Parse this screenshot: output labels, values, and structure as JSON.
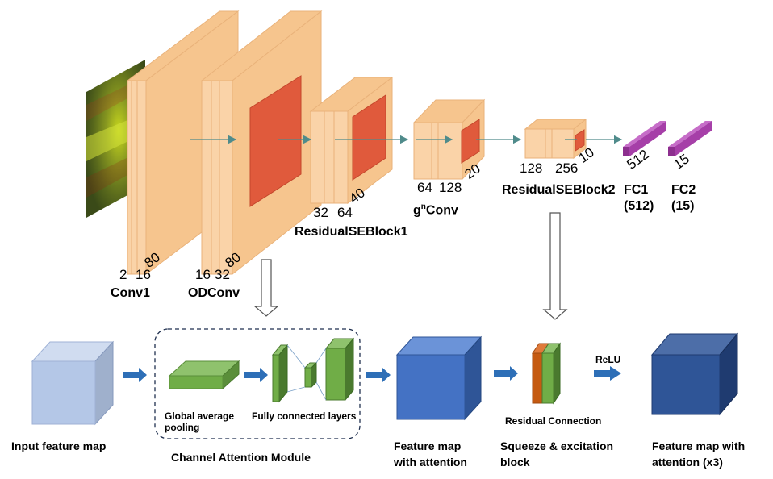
{
  "network": {
    "conv1": {
      "label": "Conv1",
      "dims": [
        "2",
        "16",
        "80"
      ]
    },
    "odconv": {
      "label": "ODConv",
      "dims": [
        "16",
        "32",
        "80"
      ]
    },
    "rse1": {
      "label": "ResidualSEBlock1",
      "dims": [
        "32",
        "64",
        "40"
      ]
    },
    "gnconv": {
      "label_base": "g",
      "label_sup": "n",
      "label_rest": "Conv",
      "dims": [
        "64",
        "128",
        "20"
      ]
    },
    "rse2": {
      "label": "ResidualSEBlock2",
      "dims": [
        "128",
        "256",
        "10"
      ]
    },
    "fc1": {
      "label": "FC1",
      "sub": "(512)",
      "dim": "512"
    },
    "fc2": {
      "label": "FC2",
      "sub": "(15)",
      "dim": "15"
    }
  },
  "attention": {
    "input_label": "Input feature map",
    "gap_label_1": "Global average",
    "gap_label_2": "pooling",
    "fc_label": "Fully connected layers",
    "module_label": "Channel Attention Module",
    "attn_label_1": "Feature map",
    "attn_label_2": "with attention",
    "residual_label": "Residual Connection",
    "se_label_1": "Squeeze & excitation",
    "se_label_2": "block",
    "relu_label": "ReLU",
    "out_label_1": "Feature map with",
    "out_label_2": "attention (x3)"
  },
  "colors": {
    "block_face": "#FAD3A8",
    "block_side": "#F6C58E",
    "block_edge": "#E9B27A",
    "kernel": "#E05A3C",
    "fc": "#A63FA8",
    "arrow": "#2E6FB7",
    "cube_light": "#B4C7E7",
    "cube_mid": "#4472C4",
    "cube_dark": "#2F5597",
    "green": "#70AD47",
    "orange": "#C55A11"
  }
}
